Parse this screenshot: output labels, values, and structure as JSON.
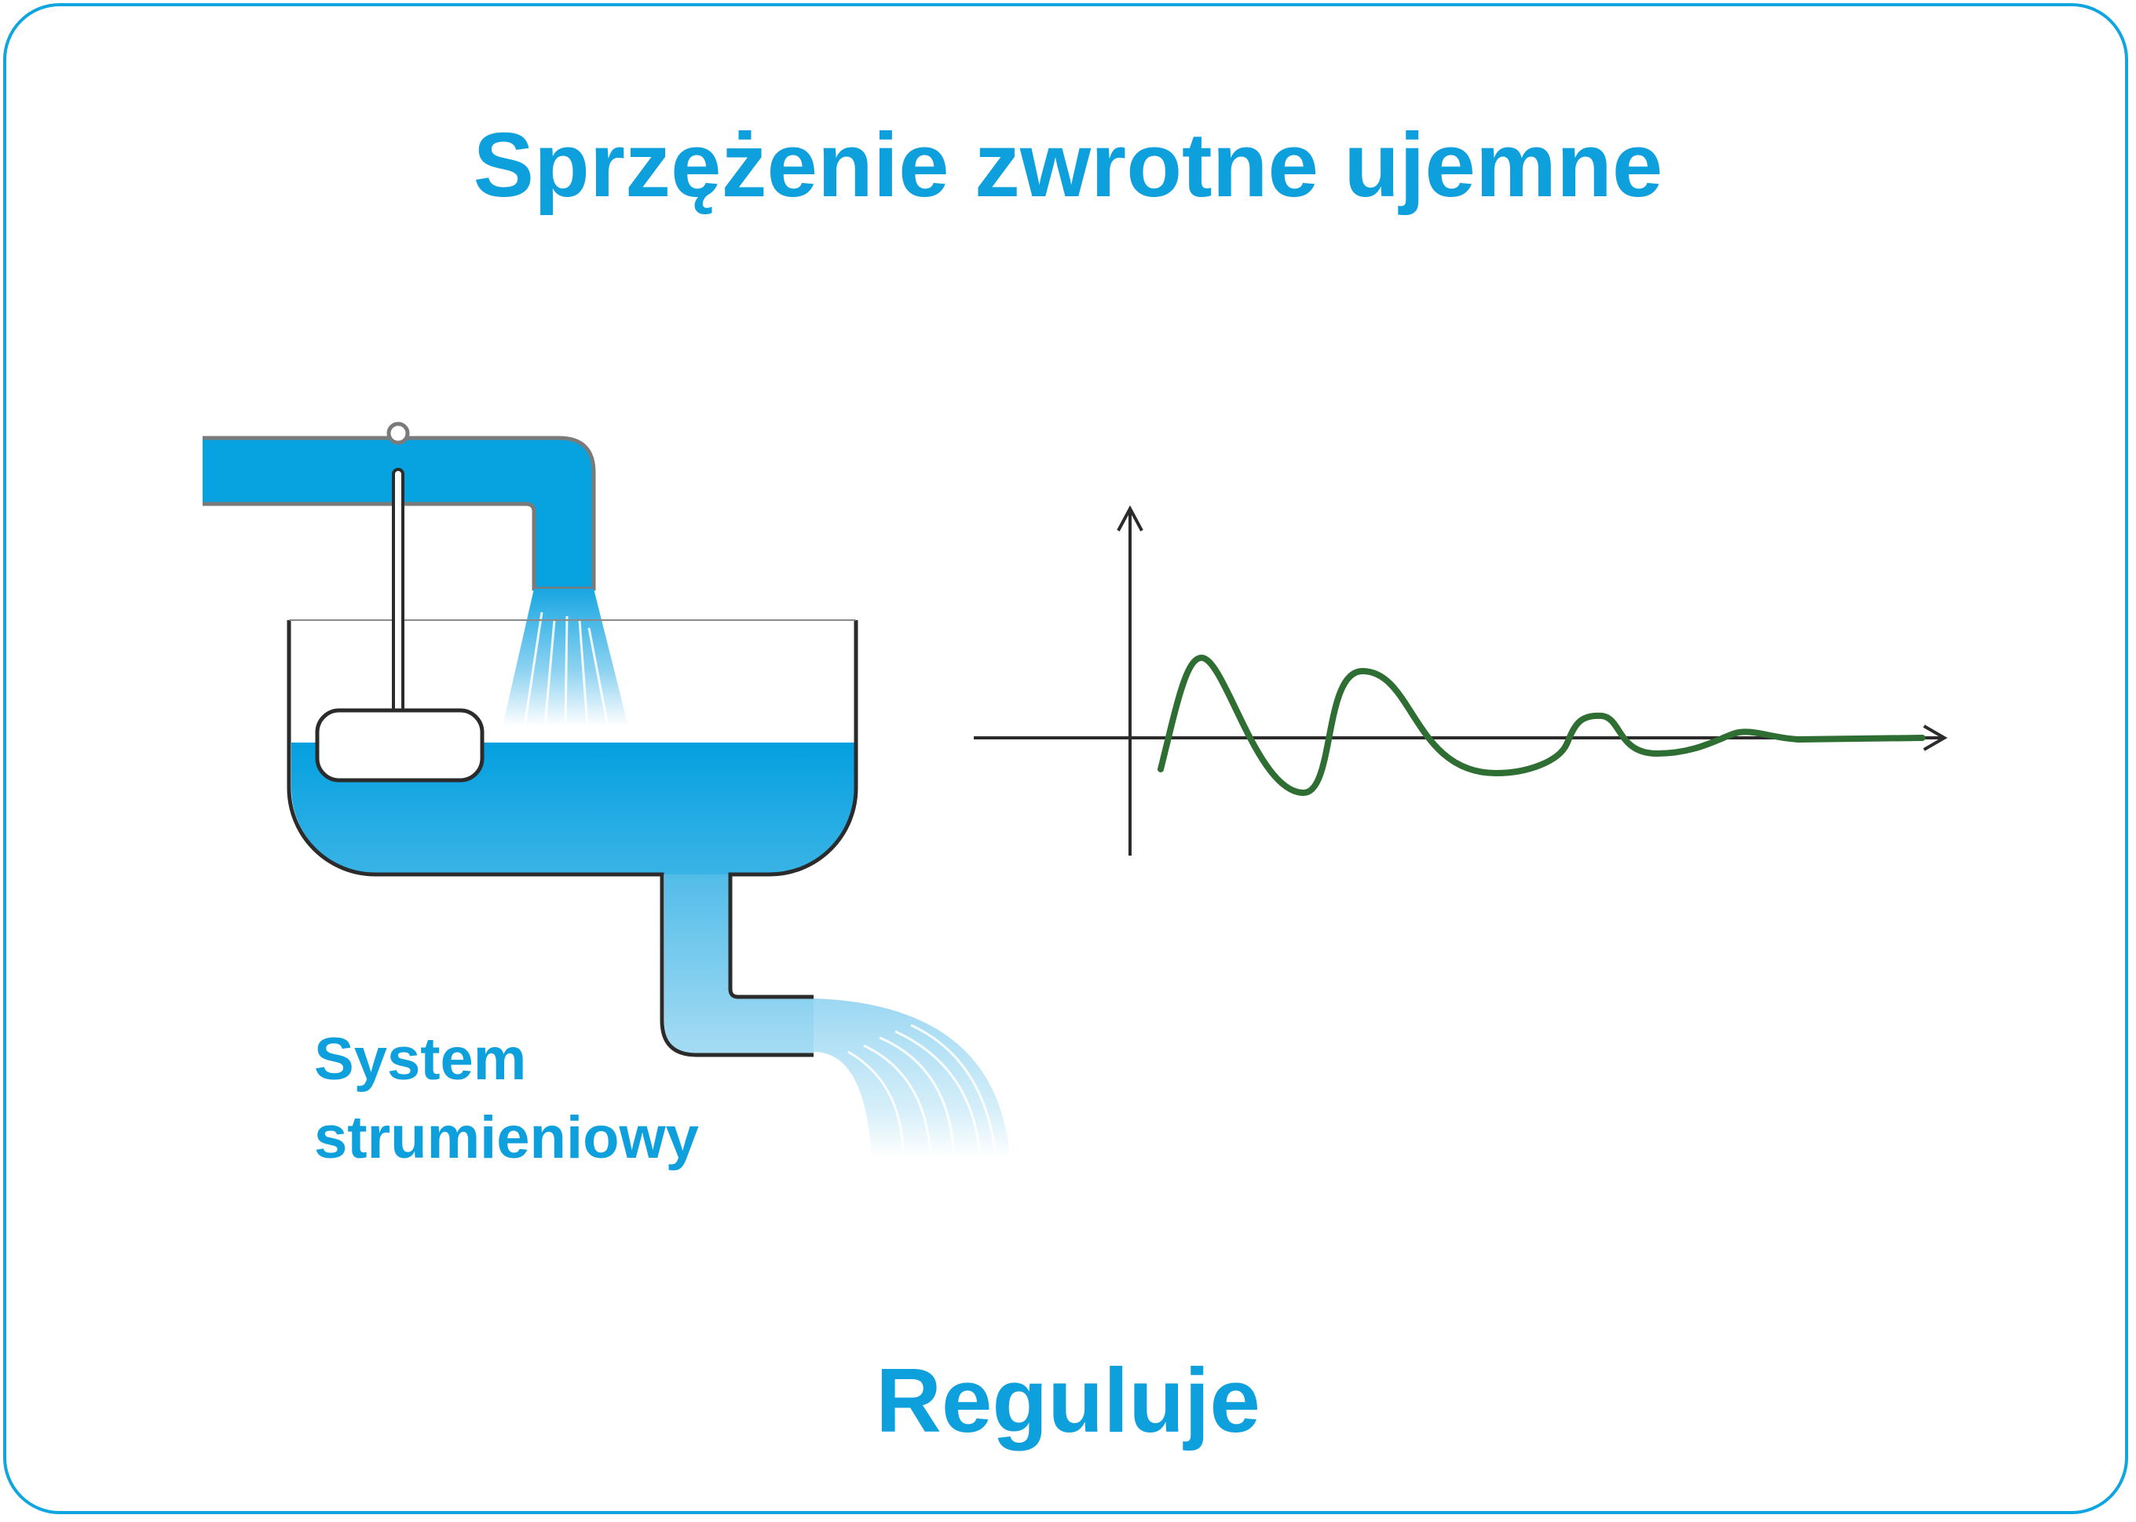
{
  "title": "Sprzężenie zwrotne ujemne",
  "label_line1": "System",
  "label_line2": "strumieniowy",
  "caption": "Reguluje",
  "colors": {
    "accent": "#0ea0dc",
    "frame": "#0ea5e0",
    "water": "#07a3e0",
    "outline": "#2b2b2b",
    "pipe_outline": "#7a7a7a",
    "curve": "#2f6e33"
  }
}
